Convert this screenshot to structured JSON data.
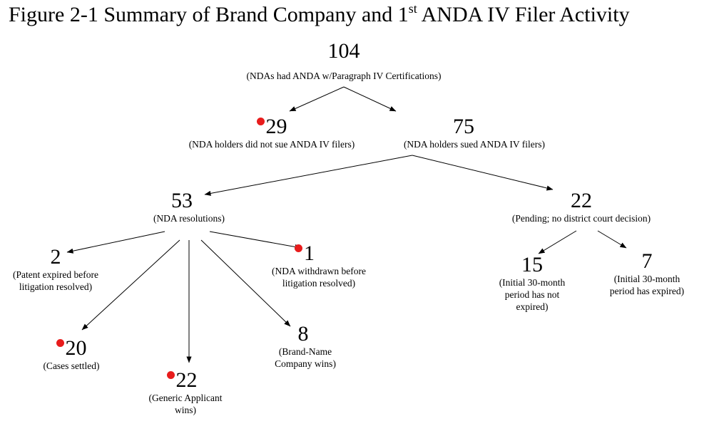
{
  "title": {
    "prefix": "Figure 2-1  Summary of Brand Company and 1",
    "sup": "st",
    "suffix": " ANDA IV Filer Activity"
  },
  "marker_color": "#e81c1c",
  "nodes": {
    "root": {
      "value": "104",
      "desc": "(NDAs had ANDA w/Paragraph IV Certifications)"
    },
    "not_sued": {
      "value": "29",
      "desc": "(NDA holders did not sue ANDA IV filers)"
    },
    "sued": {
      "value": "75",
      "desc": "(NDA holders sued ANDA IV filers)"
    },
    "resolutions": {
      "value": "53",
      "desc": "(NDA resolutions)"
    },
    "pending": {
      "value": "22",
      "desc": "(Pending; no district court decision)"
    },
    "patent_expired": {
      "value": "2",
      "desc_l1": "(Patent expired before",
      "desc_l2": "litigation resolved)"
    },
    "withdrawn": {
      "value": "1",
      "desc_l1": "(NDA withdrawn before",
      "desc_l2": "litigation resolved)"
    },
    "settled": {
      "value": "20",
      "desc": "(Cases settled)"
    },
    "generic_wins": {
      "value": "22",
      "desc_l1": "(Generic Applicant",
      "desc_l2": "wins)"
    },
    "brand_wins": {
      "value": "8",
      "desc_l1": "(Brand-Name",
      "desc_l2": "Company wins)"
    },
    "not_expired": {
      "value": "15",
      "desc_l1": "(Initial 30-month",
      "desc_l2": "period has not",
      "desc_l3": "expired)"
    },
    "expired": {
      "value": "7",
      "desc_l1": "(Initial 30-month",
      "desc_l2": "period has expired)"
    }
  }
}
